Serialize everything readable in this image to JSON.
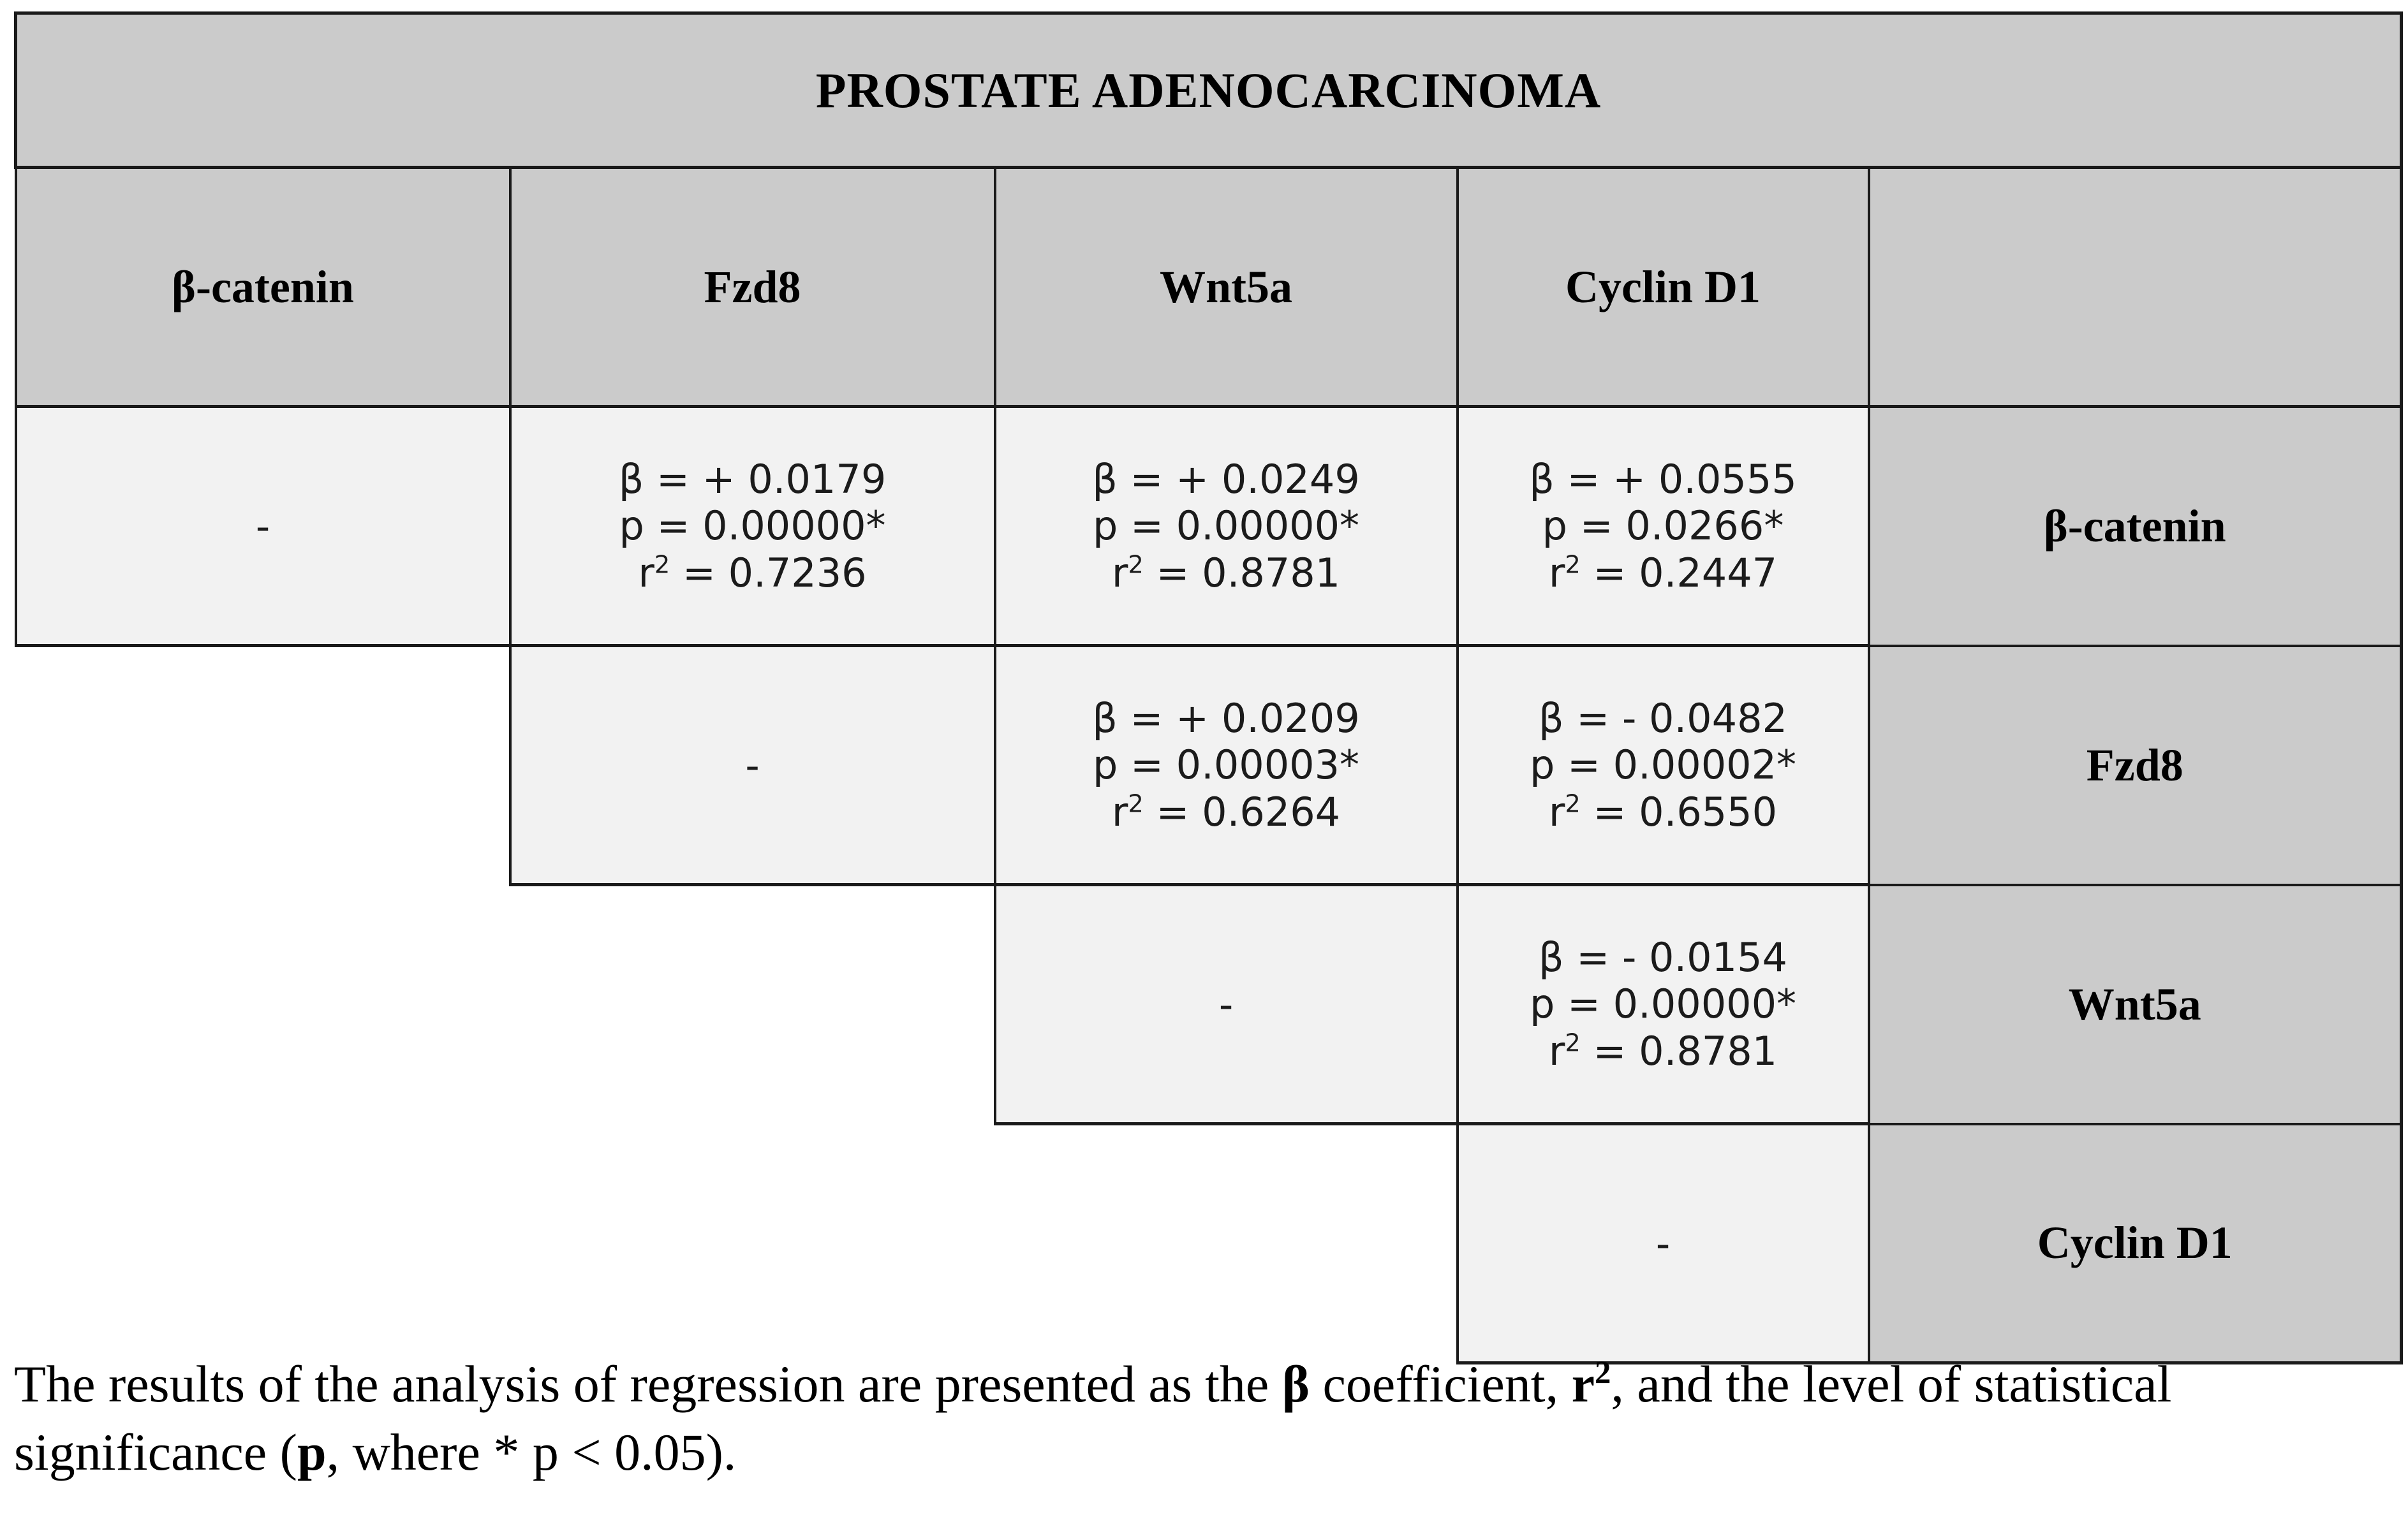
{
  "table": {
    "title": "PROSTATE ADENOCARCINOMA",
    "column_headers": [
      "β-catenin",
      "Fzd8",
      "Wnt5a",
      "Cyclin D1",
      ""
    ],
    "row_labels": [
      "β-catenin",
      "Fzd8",
      "Wnt5a",
      "Cyclin D1"
    ],
    "dash": "-",
    "rows": [
      {
        "label": "β-catenin",
        "cells": [
          {
            "type": "dash",
            "text": "-"
          },
          {
            "type": "stats",
            "beta": "β = + 0.0179",
            "p": "p = 0.00000*",
            "r2_prefix": "r",
            "r2_sup": "2",
            "r2_value": " = 0.7236"
          },
          {
            "type": "stats",
            "beta": "β = + 0.0249",
            "p": "p = 0.00000*",
            "r2_prefix": "r",
            "r2_sup": "2",
            "r2_value": " = 0.8781"
          },
          {
            "type": "stats",
            "beta": "β = + 0.0555",
            "p": "p = 0.0266*",
            "r2_prefix": "r",
            "r2_sup": "2",
            "r2_value": " = 0.2447"
          }
        ]
      },
      {
        "label": "Fzd8",
        "cells": [
          {
            "type": "void",
            "text": ""
          },
          {
            "type": "dash",
            "text": "-"
          },
          {
            "type": "stats",
            "beta": "β = + 0.0209",
            "p": "p = 0.00003*",
            "r2_prefix": "r",
            "r2_sup": "2",
            "r2_value": " = 0.6264"
          },
          {
            "type": "stats",
            "beta": "β = - 0.0482",
            "p": "p = 0.00002*",
            "r2_prefix": "r",
            "r2_sup": "2",
            "r2_value": " = 0.6550"
          }
        ]
      },
      {
        "label": "Wnt5a",
        "cells": [
          {
            "type": "void",
            "text": ""
          },
          {
            "type": "void",
            "text": ""
          },
          {
            "type": "dash",
            "text": "-"
          },
          {
            "type": "stats",
            "beta": "β = - 0.0154",
            "p": "p = 0.00000*",
            "r2_prefix": "r",
            "r2_sup": "2",
            "r2_value": " = 0.8781"
          }
        ]
      },
      {
        "label": "Cyclin D1",
        "cells": [
          {
            "type": "void",
            "text": ""
          },
          {
            "type": "void",
            "text": ""
          },
          {
            "type": "void",
            "text": ""
          },
          {
            "type": "dash",
            "text": "-"
          }
        ]
      }
    ]
  },
  "caption": {
    "seg1": "The results of the analysis of regression are presented as the ",
    "beta": "β",
    "seg2": " coefficient, ",
    "r_letter": "r",
    "r_sup": "2",
    "seg3": ", and the level of statistical significance (",
    "p_letter": "p",
    "seg4": ", where * p < 0.05)."
  },
  "colors": {
    "header_fill": "#cbcbcb",
    "data_fill": "#f2f2f2",
    "border": "#1a1a1a",
    "text": "#000000",
    "page_bg": "#ffffff"
  }
}
